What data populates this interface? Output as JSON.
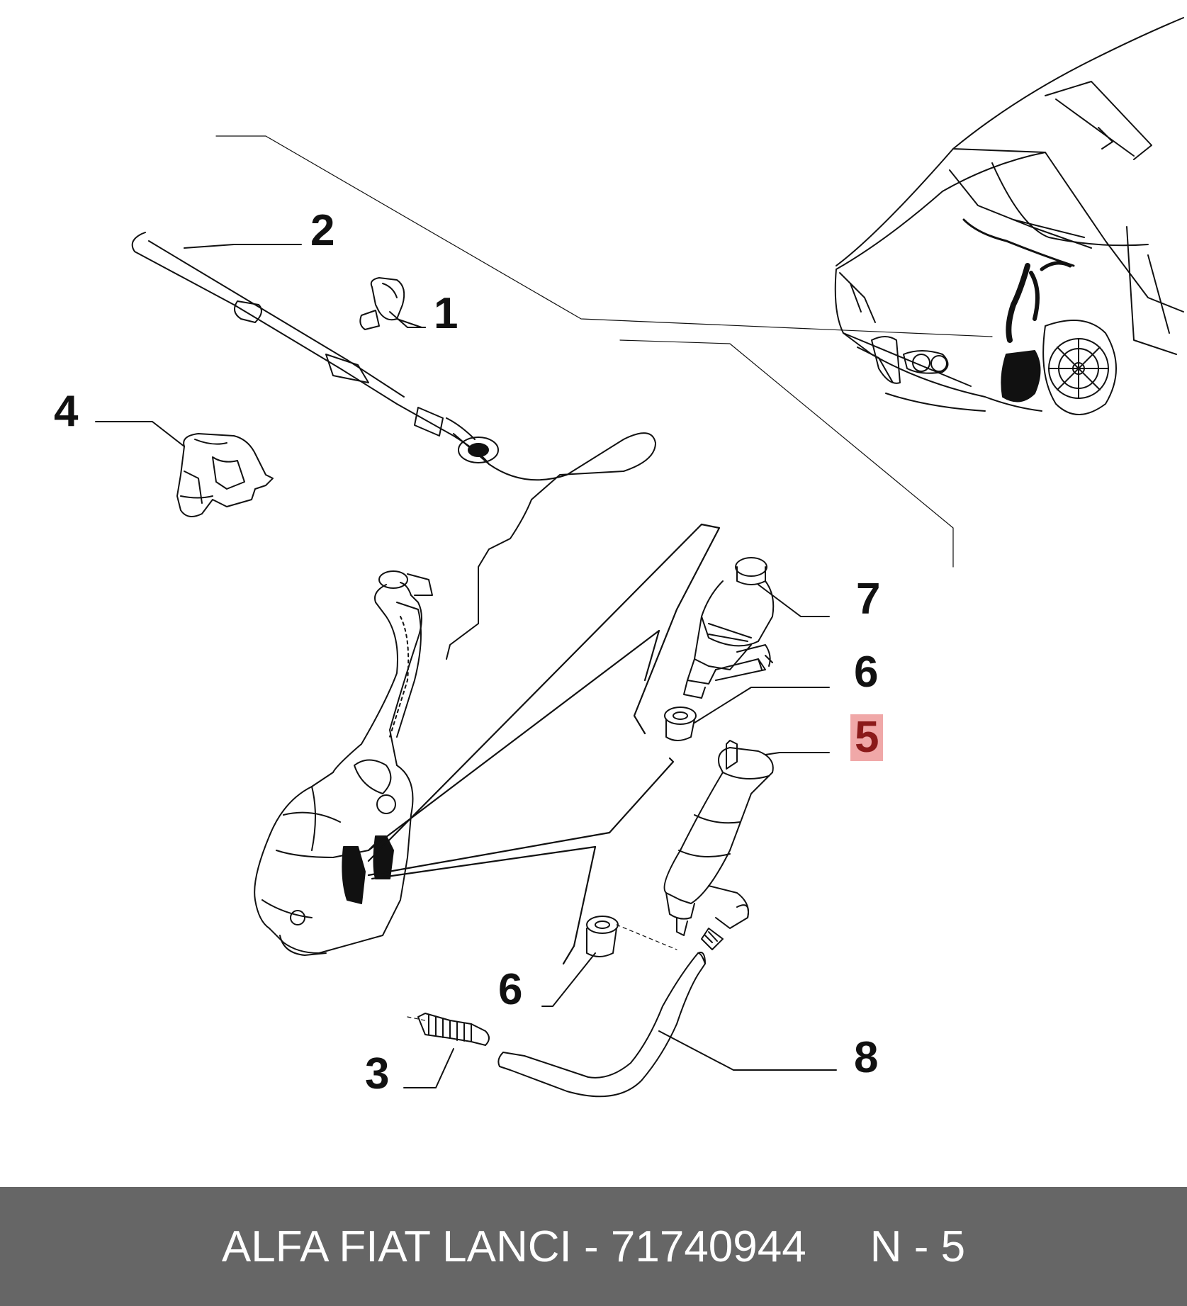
{
  "diagram": {
    "callouts": [
      {
        "id": "1",
        "label": "1"
      },
      {
        "id": "2",
        "label": "2"
      },
      {
        "id": "3",
        "label": "3"
      },
      {
        "id": "4",
        "label": "4"
      },
      {
        "id": "5",
        "label": "5",
        "highlighted": true
      },
      {
        "id": "6a",
        "label": "6"
      },
      {
        "id": "6b",
        "label": "6"
      },
      {
        "id": "7",
        "label": "7"
      },
      {
        "id": "8",
        "label": "8"
      }
    ],
    "highlight_color": "#f0a8a8",
    "highlight_text_color": "#8b1a1a"
  },
  "footer": {
    "brand_part": "ALFA FIAT LANCI - 71740944",
    "ref": "N - 5",
    "background": "#666666"
  }
}
